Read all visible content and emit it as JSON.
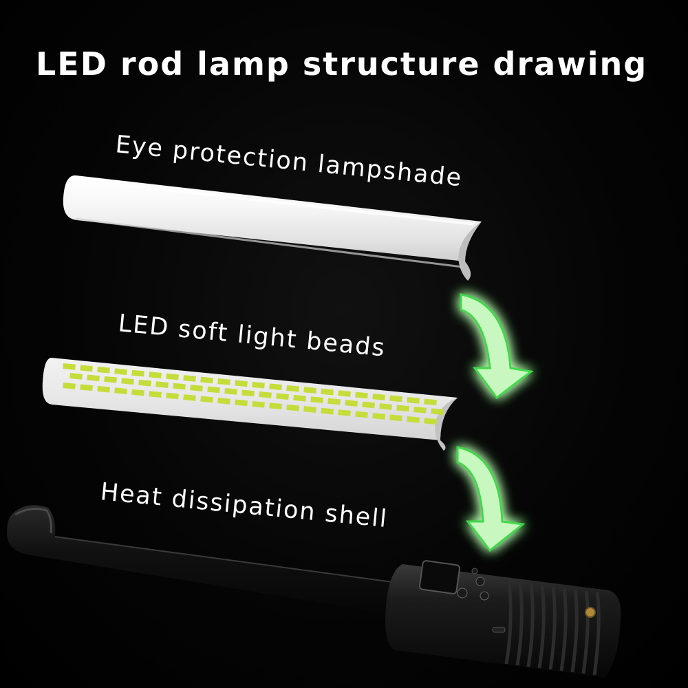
{
  "title": "LED rod lamp structure drawing",
  "parts": [
    {
      "label": "Eye protection lampshade"
    },
    {
      "label": "LED soft light beads"
    },
    {
      "label": "Heat dissipation shell"
    }
  ],
  "colors": {
    "background": "#000000",
    "text": "#ffffff",
    "arrow_fill": "#c9f7c0",
    "arrow_glow": "#3fd94a",
    "led_bead": "#c6dc3a",
    "shade_white": "#f4f4f4",
    "shell_black": "#0b0b0b"
  },
  "icons": [
    "down-curved-arrow-icon",
    "power-icon",
    "mode-icon",
    "plus-icon",
    "minus-icon"
  ]
}
